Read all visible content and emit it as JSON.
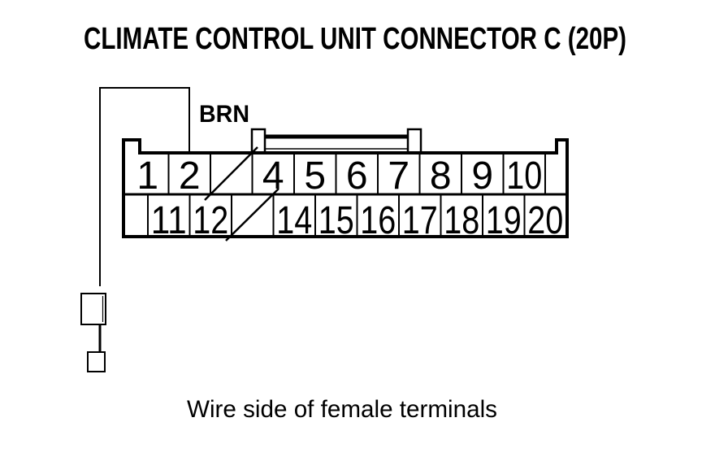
{
  "title": "CLIMATE CONTROL UNIT CONNECTOR C (20P)",
  "wire_label": "BRN",
  "caption": "Wire side of female terminals",
  "connector": {
    "top_row": [
      "1",
      "2",
      "",
      "4",
      "5",
      "6",
      "7",
      "8",
      "9",
      "10"
    ],
    "bottom_row": [
      "11",
      "12",
      "",
      "14",
      "15",
      "16",
      "17",
      "18",
      "19",
      "20"
    ]
  },
  "colors": {
    "ink": "#000000",
    "background": "#ffffff"
  }
}
